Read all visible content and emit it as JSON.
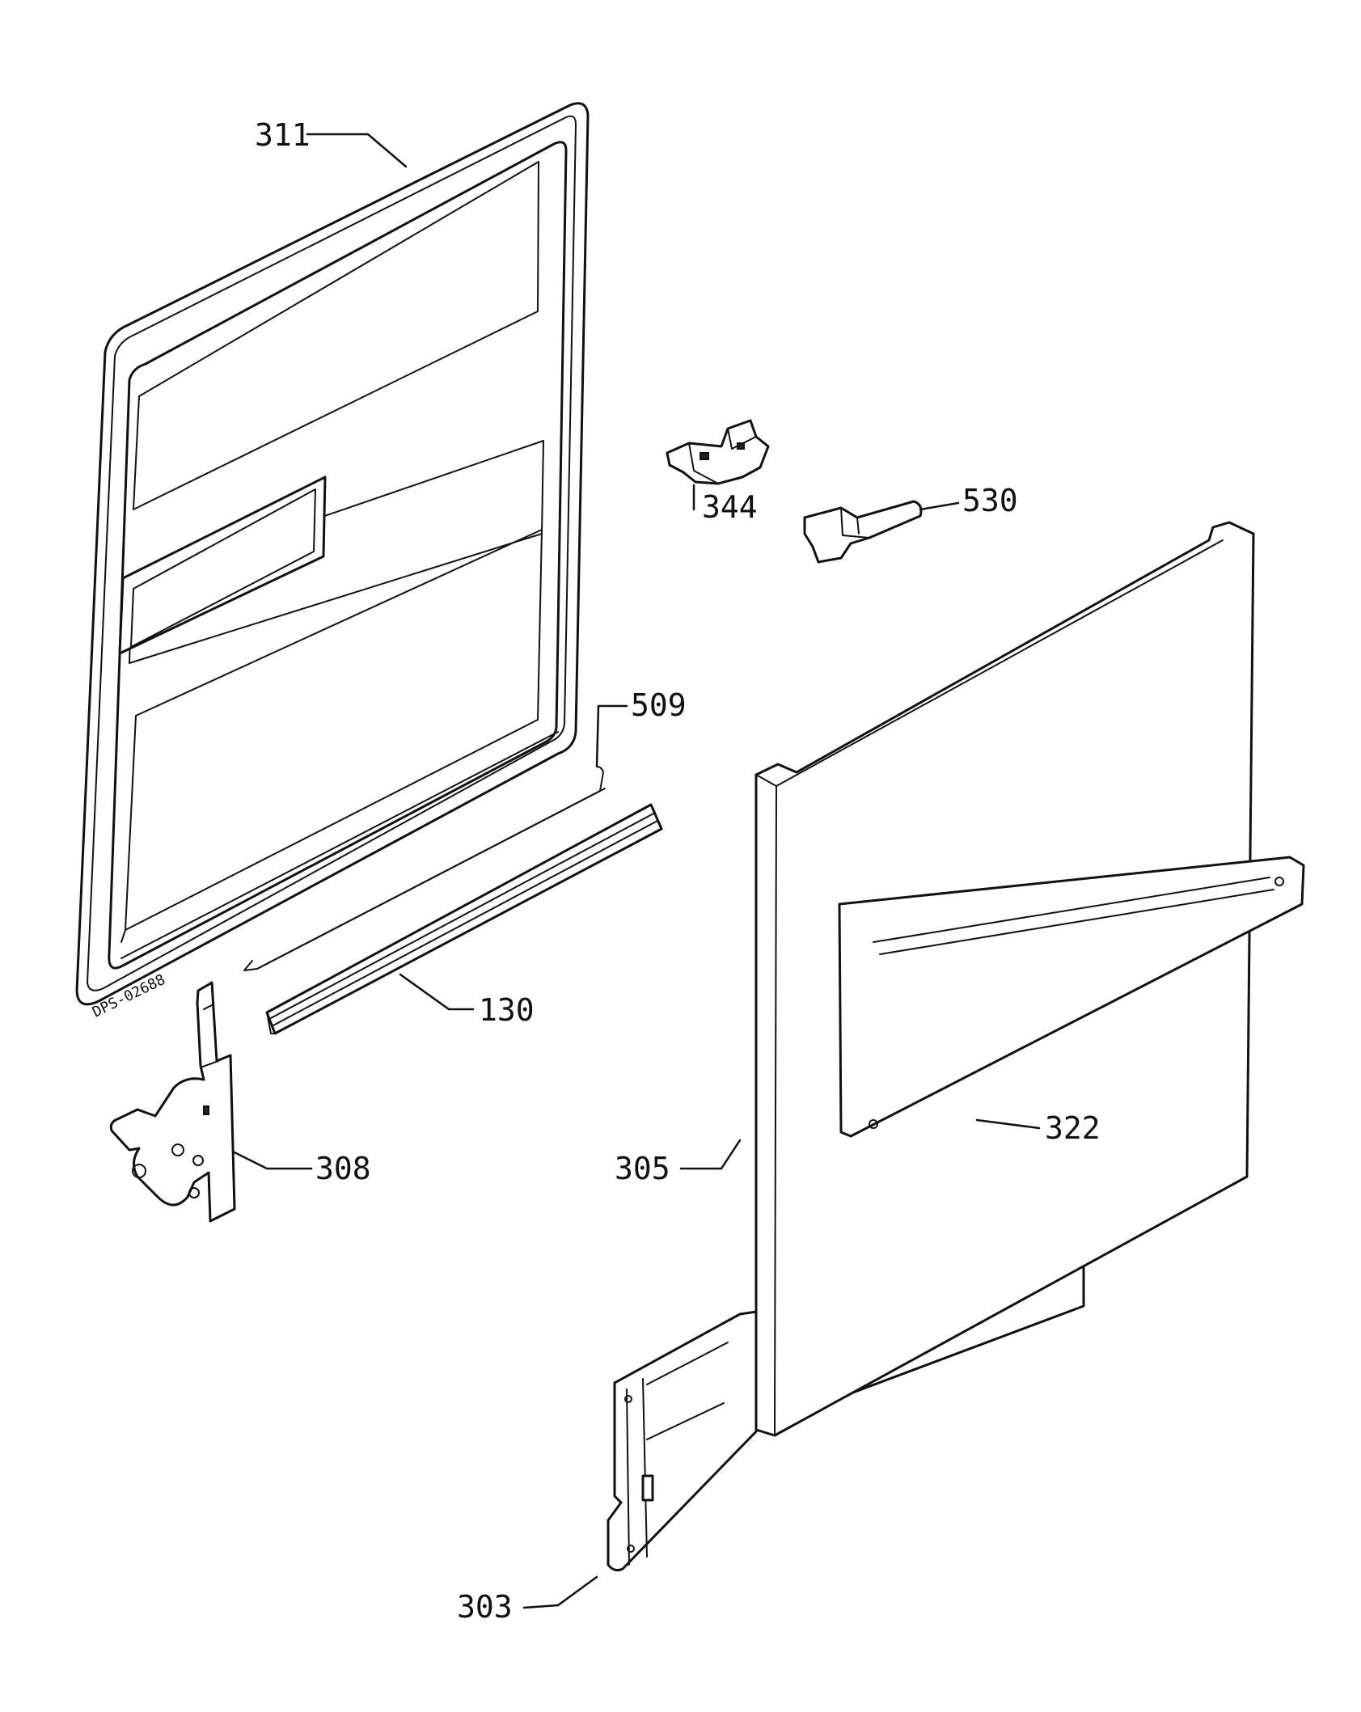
{
  "diagram": {
    "drawing_code": "DPS-02688",
    "colors": {
      "line": "#111111",
      "background": "#ffffff"
    },
    "parts": [
      {
        "id": "p311",
        "number": "311"
      },
      {
        "id": "p344",
        "number": "344"
      },
      {
        "id": "p530",
        "number": "530"
      },
      {
        "id": "p509",
        "number": "509"
      },
      {
        "id": "p130",
        "number": "130"
      },
      {
        "id": "p308",
        "number": "308"
      },
      {
        "id": "p322",
        "number": "322"
      },
      {
        "id": "p305",
        "number": "305"
      },
      {
        "id": "p303",
        "number": "303"
      }
    ]
  }
}
